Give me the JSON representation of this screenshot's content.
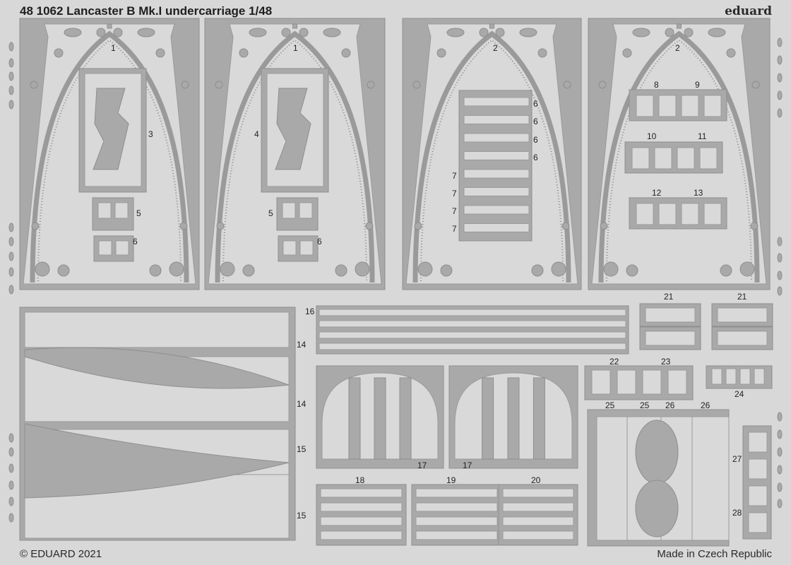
{
  "title": "48 1062 Lancaster B Mk.I undercarriage 1/48",
  "brand": "eduard",
  "copyright": "© EDUARD 2021",
  "made_in": "Made in Czech Republic",
  "colors": {
    "fret": "#d8d8d8",
    "cutout": "#a9a9a9",
    "text": "#1e1e1e"
  },
  "labels": [
    "1",
    "1",
    "2",
    "2",
    "3",
    "4",
    "5",
    "5",
    "6",
    "6",
    "6",
    "6",
    "6",
    "6",
    "7",
    "7",
    "7",
    "7",
    "8",
    "9",
    "10",
    "11",
    "12",
    "13",
    "14",
    "14",
    "15",
    "15",
    "16",
    "17",
    "17",
    "18",
    "19",
    "20",
    "21",
    "21",
    "22",
    "23",
    "24",
    "25",
    "25",
    "26",
    "26",
    "27",
    "28"
  ]
}
